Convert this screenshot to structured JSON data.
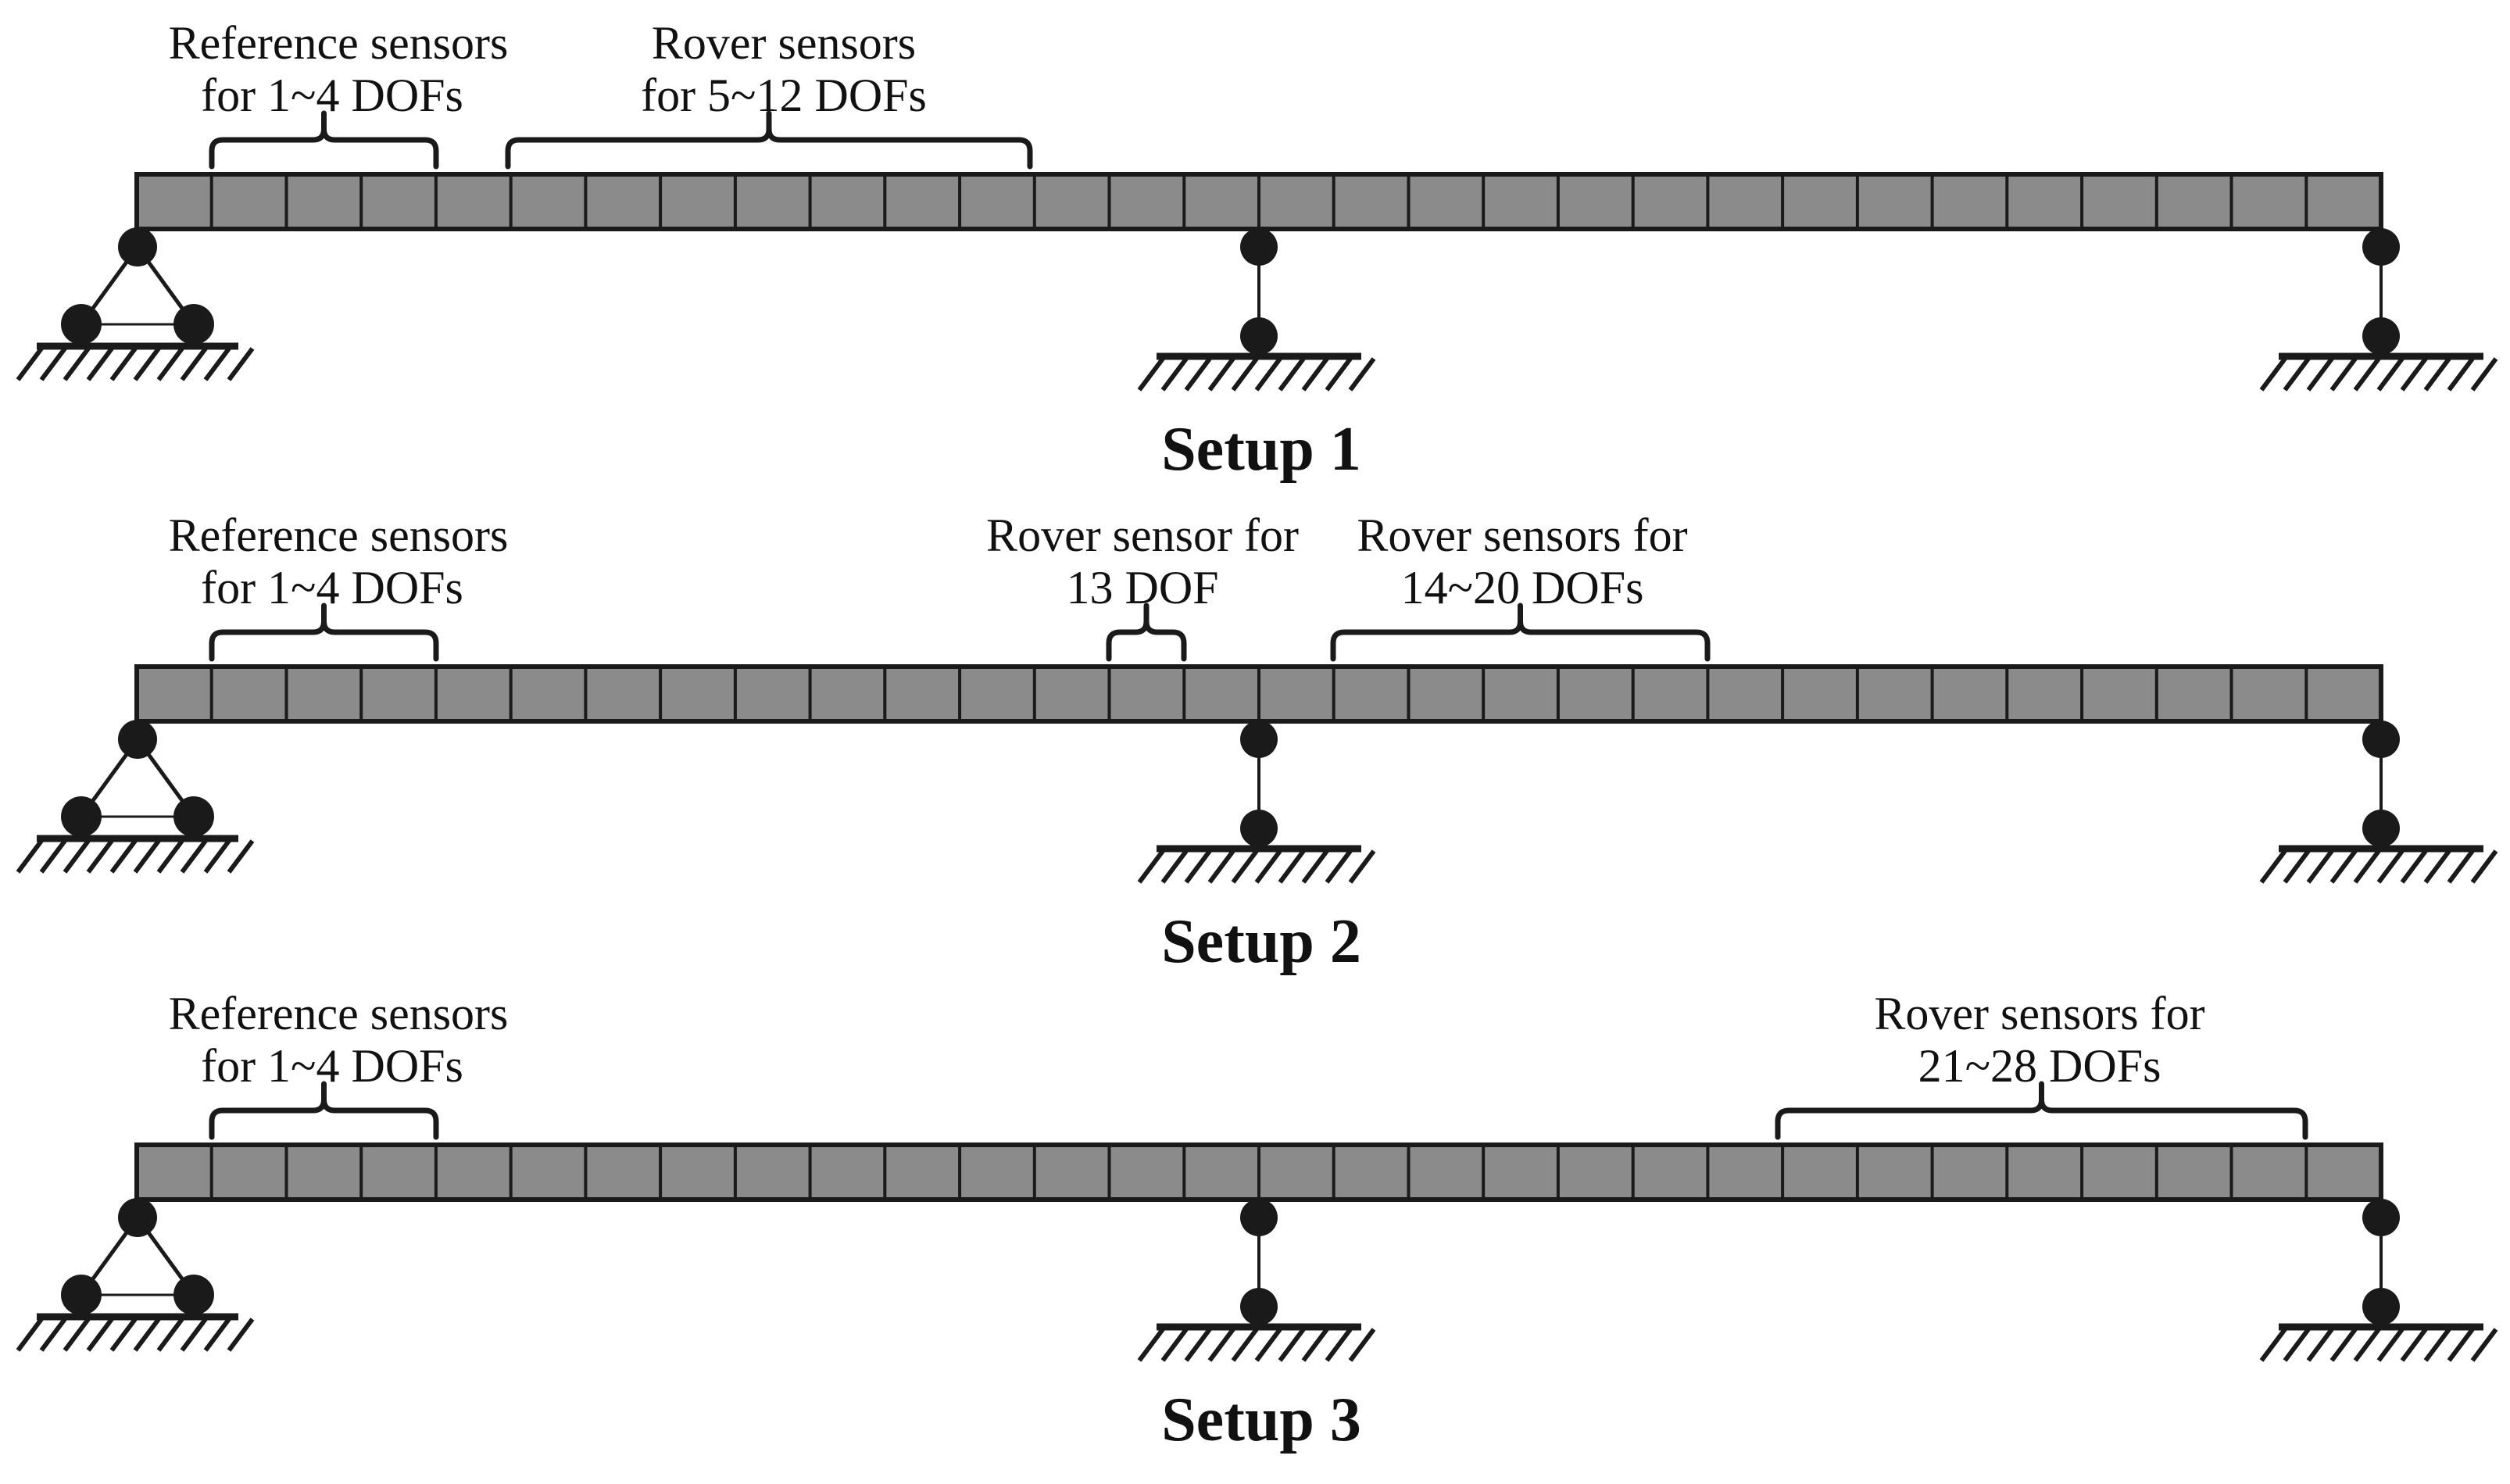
{
  "figure": {
    "description": "Multi-setup modal test sensor placement on a three-span continuous beam",
    "style": {
      "background": "#ffffff",
      "ink": "#1a1a1a",
      "beam_fill": "#8b8b8b"
    },
    "beam": {
      "segments": 30,
      "supports": [
        "pin-left",
        "roller-middle",
        "roller-right"
      ]
    }
  },
  "setups": [
    {
      "name": "Setup 1",
      "annotations": [
        {
          "line1": "Reference sensors",
          "line2": "for 1~4 DOFs"
        },
        {
          "line1": "Rover sensors",
          "line2": "for 5~12 DOFs"
        }
      ]
    },
    {
      "name": "Setup 2",
      "annotations": [
        {
          "line1": "Reference sensors",
          "line2": "for 1~4 DOFs"
        },
        {
          "line1": "Rover sensor for",
          "line2": "13 DOF"
        },
        {
          "line1": "Rover sensors for",
          "line2": "14~20 DOFs"
        }
      ]
    },
    {
      "name": "Setup 3",
      "annotations": [
        {
          "line1": "Reference sensors",
          "line2": "for 1~4 DOFs"
        },
        {
          "line1": "Rover sensors for",
          "line2": "21~28 DOFs"
        }
      ]
    }
  ]
}
